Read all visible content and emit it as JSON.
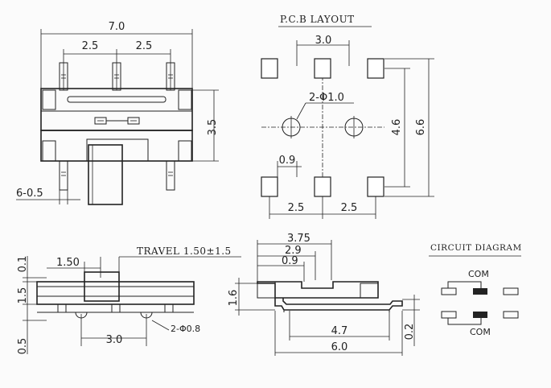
{
  "top_view": {
    "dim_width": "7.0",
    "dim_pitch_left": "2.5",
    "dim_pitch_right": "2.5",
    "dim_height": "3.5",
    "dim_pins": "6-0.5"
  },
  "pcb_layout": {
    "title": "P.C.B LAYOUT",
    "dim_top": "3.0",
    "dim_holes": "2-Φ1.0",
    "dim_inner": "4.6",
    "dim_outer": "6.6",
    "dim_offset": "0.9",
    "dim_bottom_left": "2.5",
    "dim_bottom_right": "2.5"
  },
  "front_view": {
    "travel": "TRAVEL 1.50±1.5",
    "dim_actuator": "1.50",
    "dim_top_gap": "0.1",
    "dim_height": "1.5",
    "dim_foot": "0.5",
    "dim_pegs": "3.0",
    "dim_peg_label": "2-Φ0.8"
  },
  "side_view": {
    "dim_375": "3.75",
    "dim_29": "2.9",
    "dim_09": "0.9",
    "dim_16": "1.6",
    "dim_47": "4.7",
    "dim_60": "6.0",
    "dim_02": "0.2"
  },
  "circuit": {
    "title": "CIRCUIT DIAGRAM",
    "com_top": "COM",
    "com_bottom": "COM"
  }
}
